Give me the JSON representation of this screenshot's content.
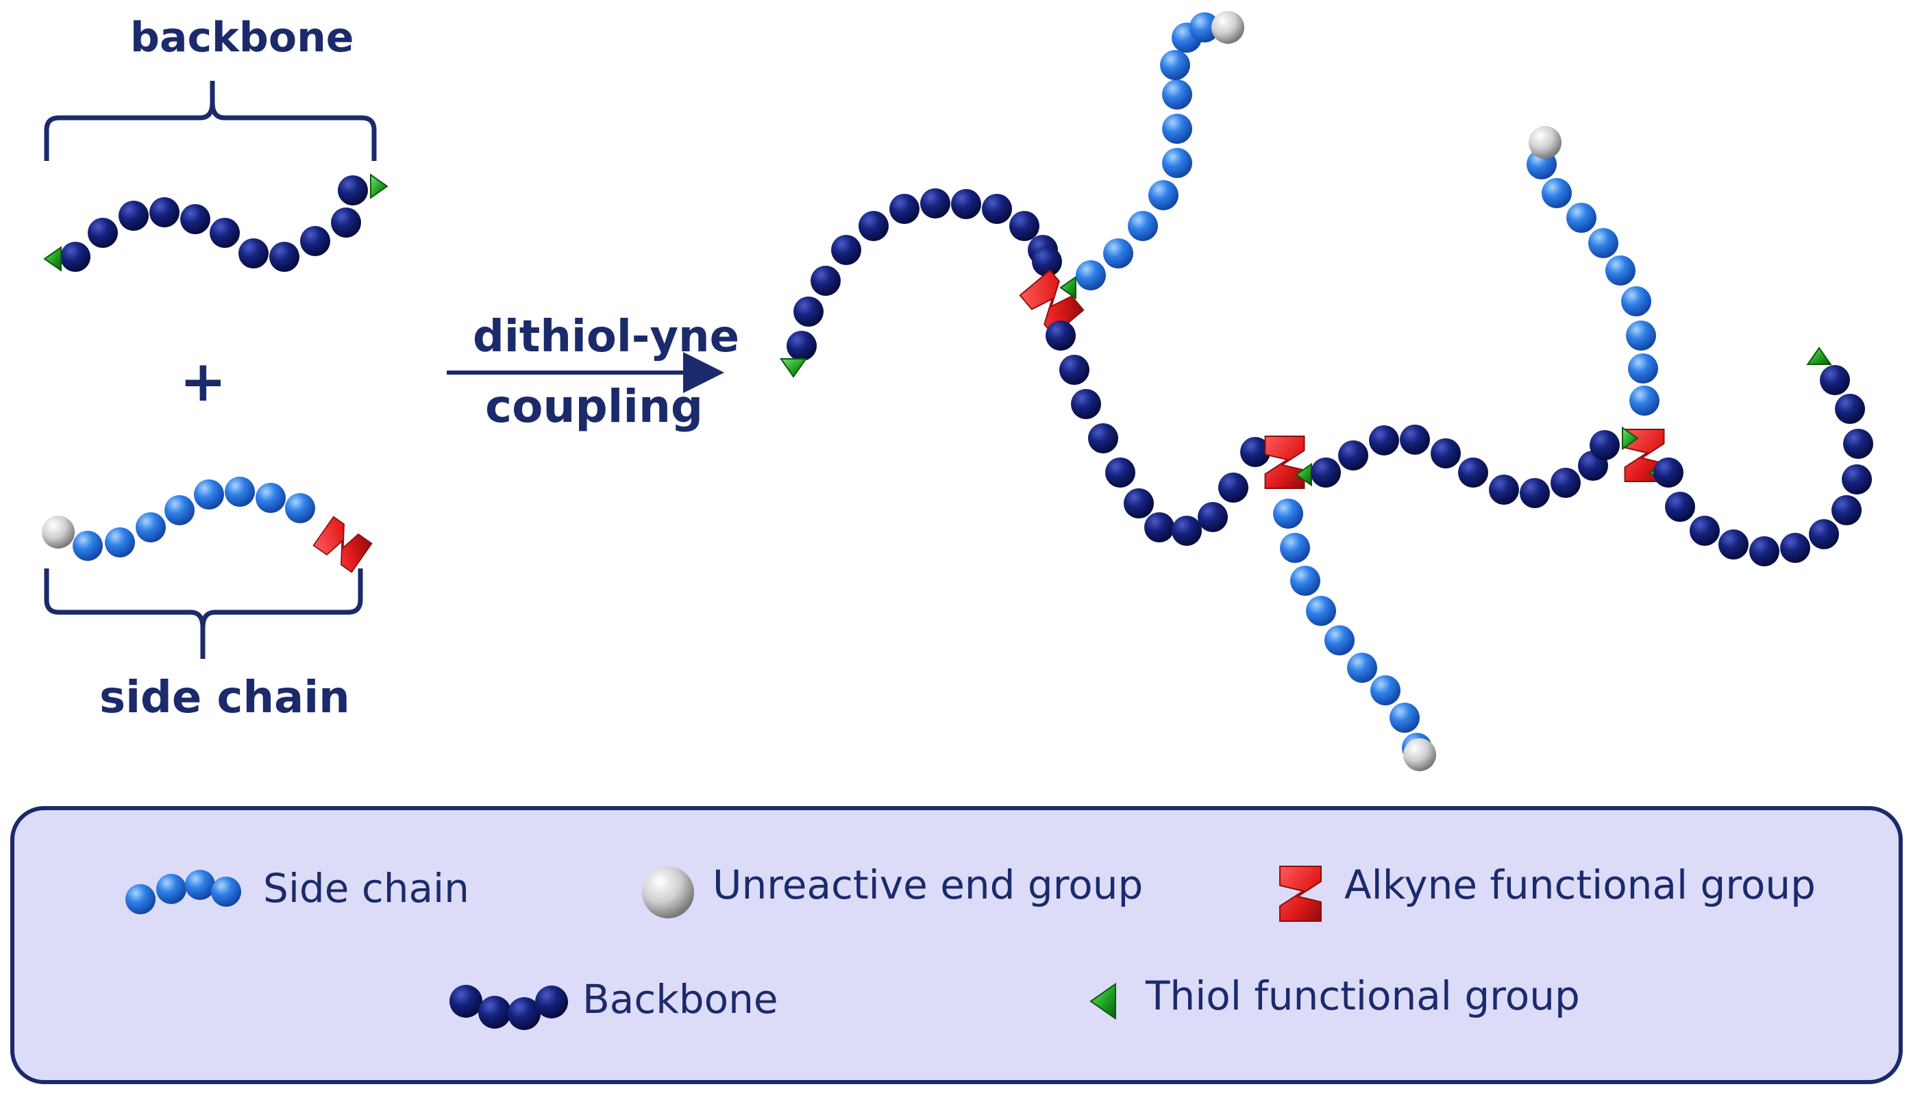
{
  "labels": {
    "backbone": "backbone",
    "plus": "+",
    "side_chain": "side chain",
    "reaction_line1": "dithiol-yne",
    "reaction_line2": "coupling"
  },
  "legend": {
    "side_chain": "Side chain",
    "unreactive": "Unreactive end group",
    "alkyne": "Alkyne functional  group",
    "backbone": "Backbone",
    "thiol": "Thiol functional group"
  },
  "colors": {
    "backbone_bead": "#0d1a6e",
    "side_bead": "#2f7fe6",
    "end_group": "#c9c9c9",
    "alkyne": "#e01a1a",
    "thiol": "#1fa21f",
    "text": "#1b2a6b",
    "legend_fill": "#dcdcf8",
    "legend_border": "#1b2a6b"
  }
}
